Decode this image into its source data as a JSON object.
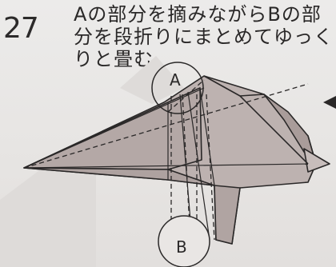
{
  "step": {
    "number": "27",
    "instruction_lines": [
      "Aの部分を摘みながらBの部",
      "分を段折りにまとめてゆっく",
      "りと畳む"
    ]
  },
  "diagram": {
    "label_a": "A",
    "label_b": "B",
    "colors": {
      "paper_fill": "#bdb2b0",
      "paper_dark": "#a89b99",
      "line": "#2a2828",
      "background": "#e9e6e4"
    }
  }
}
